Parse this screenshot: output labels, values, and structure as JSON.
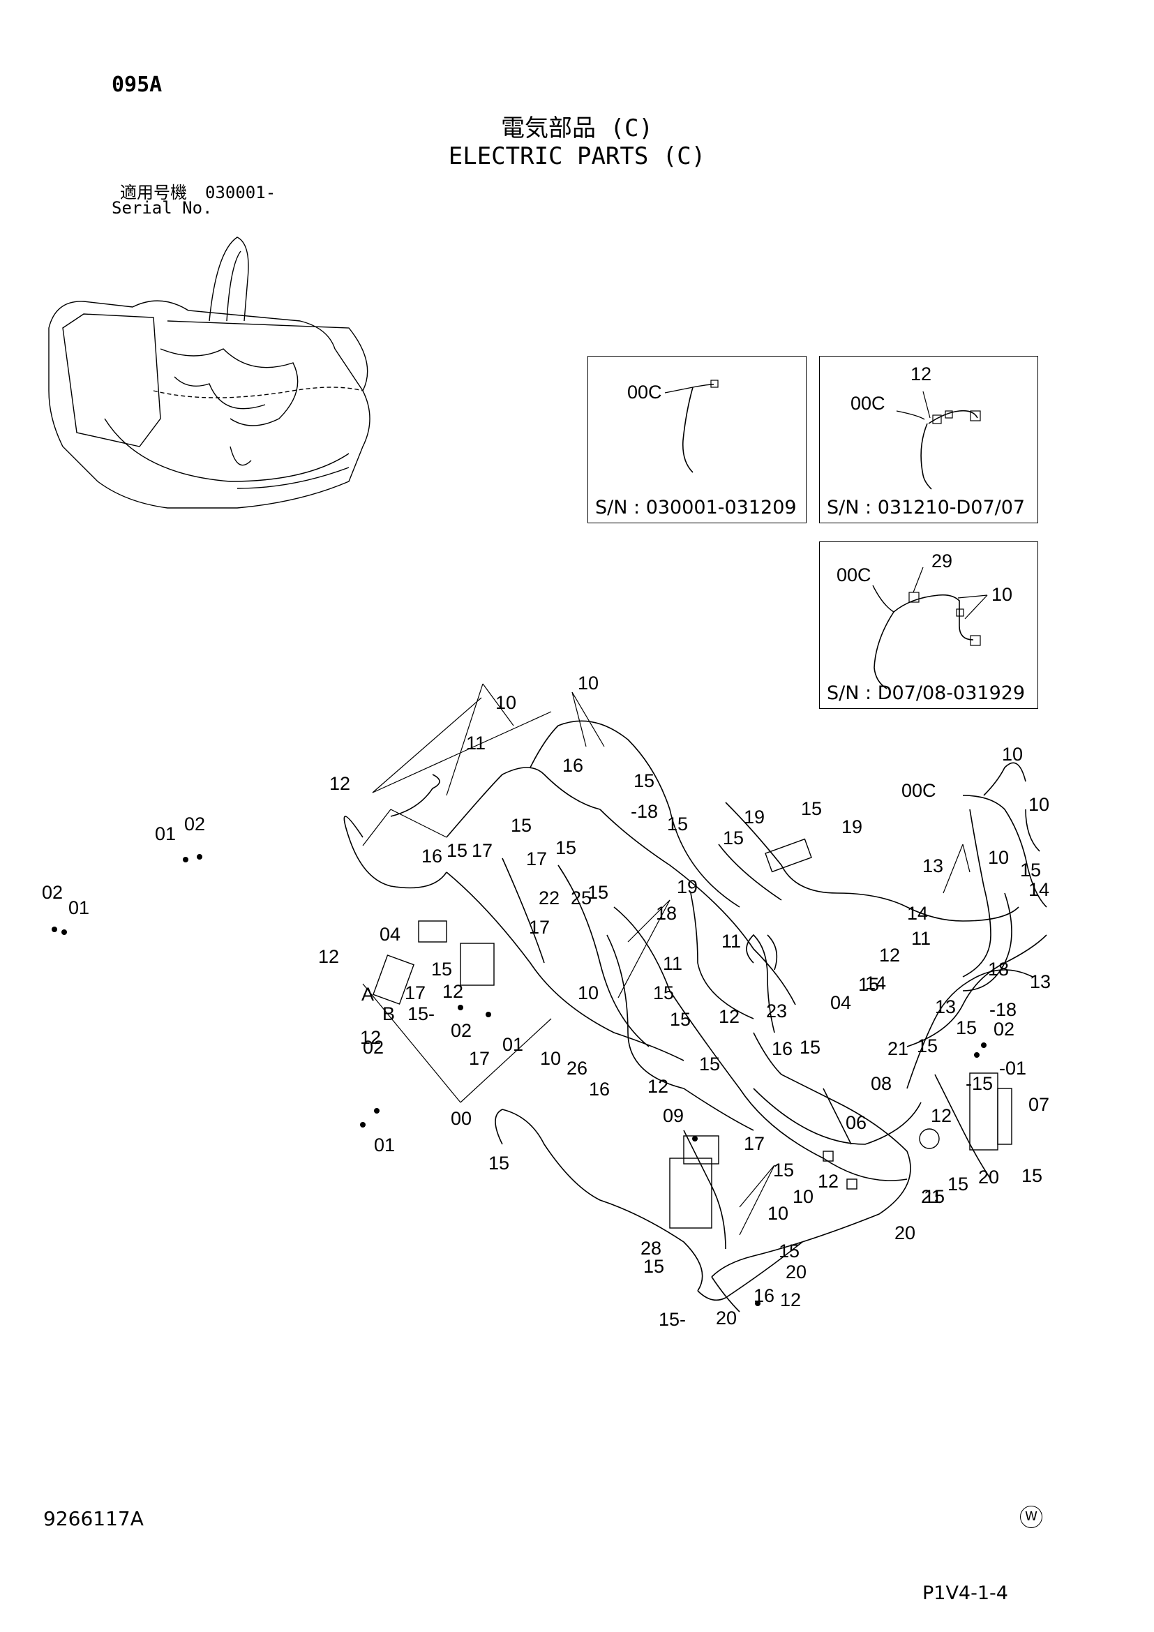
{
  "header": {
    "page_code": "095A",
    "title_jp": "電気部品 (C)",
    "title_en": "ELECTRIC PARTS (C)",
    "serial_label_jp": "適用号機",
    "serial_value": "030001-",
    "serial_label_en": "Serial No."
  },
  "insets": [
    {
      "sn": "S/N : 030001-031209",
      "labels": [
        "00C"
      ]
    },
    {
      "sn": "S/N : 031210-D07/07",
      "labels": [
        "12",
        "00C"
      ]
    },
    {
      "sn": "S/N : D07/08-031929",
      "labels": [
        "29",
        "00C",
        "10"
      ]
    }
  ],
  "callouts": [
    {
      "id": "c1",
      "text": "10"
    },
    {
      "id": "c2",
      "text": "10"
    },
    {
      "id": "c3",
      "text": "11"
    },
    {
      "id": "c4",
      "text": "16"
    },
    {
      "id": "c5",
      "text": "15"
    },
    {
      "id": "c6",
      "text": "-18"
    },
    {
      "id": "c7",
      "text": "12"
    },
    {
      "id": "c8",
      "text": "15"
    },
    {
      "id": "c9",
      "text": "19"
    },
    {
      "id": "c10",
      "text": "15"
    },
    {
      "id": "c11",
      "text": "15"
    },
    {
      "id": "c12",
      "text": "19"
    },
    {
      "id": "c13",
      "text": "15"
    },
    {
      "id": "c14",
      "text": "15"
    },
    {
      "id": "c15",
      "text": "17"
    },
    {
      "id": "c16",
      "text": "16"
    },
    {
      "id": "c17",
      "text": "15"
    },
    {
      "id": "c18",
      "text": "17"
    },
    {
      "id": "c19",
      "text": "15"
    },
    {
      "id": "c20",
      "text": "19"
    },
    {
      "id": "c21",
      "text": "18"
    },
    {
      "id": "c22",
      "text": "22"
    },
    {
      "id": "c23",
      "text": "25"
    },
    {
      "id": "c24",
      "text": "01"
    },
    {
      "id": "c25",
      "text": "02"
    },
    {
      "id": "c26",
      "text": "02"
    },
    {
      "id": "c27",
      "text": "01"
    },
    {
      "id": "c28",
      "text": "04"
    },
    {
      "id": "c29",
      "text": "12"
    },
    {
      "id": "c30",
      "text": "15"
    },
    {
      "id": "c31",
      "text": "17"
    },
    {
      "id": "c32",
      "text": "12"
    },
    {
      "id": "c33",
      "text": "17"
    },
    {
      "id": "c34",
      "text": "11"
    },
    {
      "id": "c35",
      "text": "11"
    },
    {
      "id": "c36",
      "text": "10"
    },
    {
      "id": "c37",
      "text": "A"
    },
    {
      "id": "c38",
      "text": "B"
    },
    {
      "id": "c39",
      "text": "15-"
    },
    {
      "id": "c40",
      "text": "02"
    },
    {
      "id": "c41",
      "text": "15"
    },
    {
      "id": "c42",
      "text": "01"
    },
    {
      "id": "c43",
      "text": "15"
    },
    {
      "id": "c44",
      "text": "17"
    },
    {
      "id": "c45",
      "text": "10"
    },
    {
      "id": "c46",
      "text": "26"
    },
    {
      "id": "c47",
      "text": "12"
    },
    {
      "id": "c48",
      "text": "23"
    },
    {
      "id": "c49",
      "text": "15"
    },
    {
      "id": "c50",
      "text": "16"
    },
    {
      "id": "c51",
      "text": "15"
    },
    {
      "id": "c52",
      "text": "04"
    },
    {
      "id": "c53",
      "text": "15"
    },
    {
      "id": "c54",
      "text": "16"
    },
    {
      "id": "c55",
      "text": "12"
    },
    {
      "id": "c56",
      "text": "00"
    },
    {
      "id": "c57",
      "text": "02"
    },
    {
      "id": "c58",
      "text": "01"
    },
    {
      "id": "c59",
      "text": "12"
    },
    {
      "id": "c60",
      "text": "09"
    },
    {
      "id": "c61",
      "text": "08"
    },
    {
      "id": "c62",
      "text": "17"
    },
    {
      "id": "c63",
      "text": "06"
    },
    {
      "id": "c64",
      "text": "15"
    },
    {
      "id": "c65",
      "text": "15"
    },
    {
      "id": "c66",
      "text": "10"
    },
    {
      "id": "c67",
      "text": "12"
    },
    {
      "id": "c68",
      "text": "10"
    },
    {
      "id": "c69",
      "text": "28"
    },
    {
      "id": "c70",
      "text": "15"
    },
    {
      "id": "c71",
      "text": "20"
    },
    {
      "id": "c72",
      "text": "15"
    },
    {
      "id": "c73",
      "text": "12"
    },
    {
      "id": "c74",
      "text": "16"
    },
    {
      "id": "c75",
      "text": "15-"
    },
    {
      "id": "c76",
      "text": "20"
    },
    {
      "id": "c77",
      "text": "10"
    },
    {
      "id": "c78",
      "text": "00C"
    },
    {
      "id": "c79",
      "text": "10"
    },
    {
      "id": "c80",
      "text": "13"
    },
    {
      "id": "c81",
      "text": "10"
    },
    {
      "id": "c82",
      "text": "15"
    },
    {
      "id": "c83",
      "text": "14"
    },
    {
      "id": "c84",
      "text": "14"
    },
    {
      "id": "c85",
      "text": "11"
    },
    {
      "id": "c86",
      "text": "12"
    },
    {
      "id": "c87",
      "text": "18"
    },
    {
      "id": "c88",
      "text": "13"
    },
    {
      "id": "c89",
      "text": "14"
    },
    {
      "id": "c90",
      "text": "13"
    },
    {
      "id": "c91",
      "text": "-18"
    },
    {
      "id": "c92",
      "text": "15"
    },
    {
      "id": "c93",
      "text": "02"
    },
    {
      "id": "c94",
      "text": "21"
    },
    {
      "id": "c95",
      "text": "15"
    },
    {
      "id": "c96",
      "text": "-01"
    },
    {
      "id": "c97",
      "text": "-15"
    },
    {
      "id": "c98",
      "text": "07"
    },
    {
      "id": "c99",
      "text": "12"
    },
    {
      "id": "c100",
      "text": "15"
    },
    {
      "id": "c101",
      "text": "20"
    },
    {
      "id": "c102",
      "text": "21"
    },
    {
      "id": "c103",
      "text": "15"
    },
    {
      "id": "c104",
      "text": "15"
    },
    {
      "id": "c105",
      "text": "20"
    }
  ],
  "footer": {
    "drawing_number": "9266117A",
    "mark": "W",
    "page_ref": "P1V4-1-4"
  }
}
